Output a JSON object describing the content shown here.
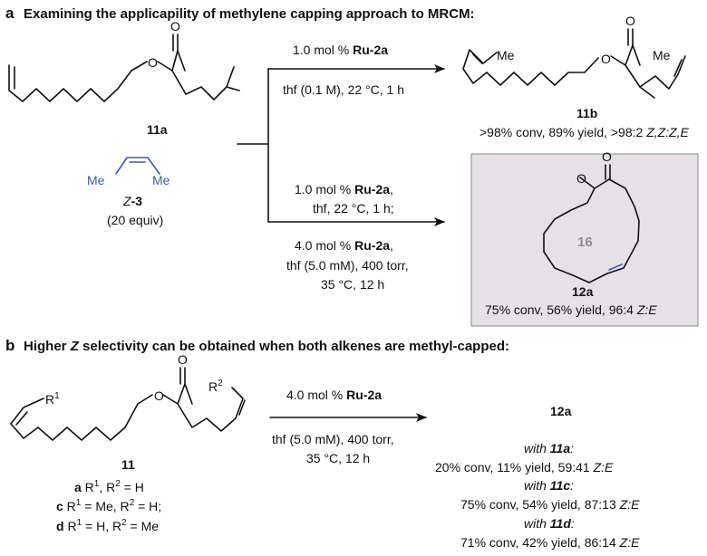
{
  "part_a": {
    "label": "a",
    "heading": "Examining the applicapility of methylene capping approach to MRCM:",
    "substrate": {
      "id": "11a",
      "atom_O1": "O",
      "atom_O2": "O"
    },
    "reagent": {
      "me_left": "Me",
      "me_right": "Me",
      "id_prefix": "Z",
      "id_main": "-3",
      "amount": "(20 equiv)"
    },
    "top_condition": {
      "loading": "1.0 mol % ",
      "catalyst": "Ru-2a",
      "conditions": "thf (0.1 M), 22 °C, 1 h"
    },
    "product_top": {
      "id": "11b",
      "me1": "Me",
      "me2": "Me",
      "atom_O1": "O",
      "atom_O2": "O",
      "result_prefix": ">98% conv, 89% yield, >98:2 ",
      "result_ratio": "Z,Z:Z,E"
    },
    "bottom_condition": {
      "line1_loading": "1.0 mol % ",
      "line1_catalyst": "Ru-2a",
      "line1_end": ",",
      "line2": "thf, 22 °C, 1 h;",
      "line3_loading": "4.0 mol % ",
      "line3_catalyst": "Ru-2a",
      "line3_end": ",",
      "line4": "thf (5.0 mM), 400 torr,",
      "line5": "35 °C, 12 h"
    },
    "product_box": {
      "id": "12a",
      "ring_size": "16",
      "atom_O1": "O",
      "atom_O2": "O",
      "result_prefix": "75% conv, 56% yield, 96:4 ",
      "result_ratio": "Z:E",
      "box_color": "#e6e1e6"
    }
  },
  "part_b": {
    "label": "b",
    "heading_pre": "Higher ",
    "heading_italic": "Z",
    "heading_post": " selectivity can be obtained when both alkenes are methyl-capped:",
    "substrate": {
      "r1": "R",
      "r1_sup": "1",
      "r2": "R",
      "r2_sup": "2",
      "atom_O1": "O",
      "atom_O2": "O",
      "id": "11",
      "variants": [
        {
          "letter": "a",
          "text": "R1, R2 = H"
        },
        {
          "letter": "c",
          "text": "R1 = Me, R2 = H;"
        },
        {
          "letter": "d",
          "text": "R1 = H, R2 = Me"
        }
      ]
    },
    "condition": {
      "loading": "4.0 mol % ",
      "catalyst": "Ru-2a",
      "line2": "thf (5.0 mM), 400 torr,",
      "line3": "35 °C, 12 h"
    },
    "product": {
      "id": "12a",
      "results": [
        {
          "with_label": "with ",
          "with_id": "11a",
          "with_end": ":",
          "result": "20% conv, 11% yield, 59:41 ",
          "ratio": "Z:E"
        },
        {
          "with_label": "with ",
          "with_id": "11c",
          "with_end": ":",
          "result": "75% conv, 54% yield, 87:13 ",
          "ratio": "Z:E"
        },
        {
          "with_label": "with ",
          "with_id": "11d",
          "with_end": ":",
          "result": "71% conv, 42% yield, 86:14 ",
          "ratio": "Z:E"
        }
      ]
    }
  }
}
